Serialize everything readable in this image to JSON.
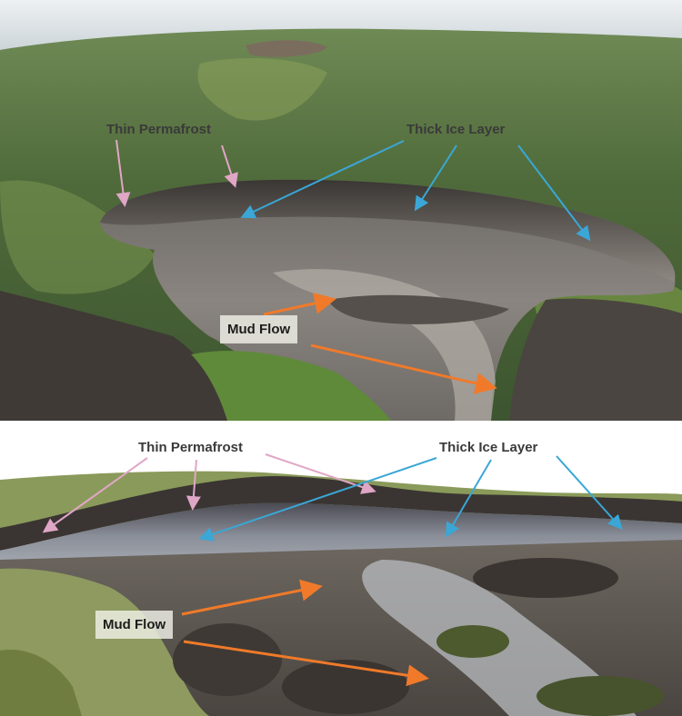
{
  "top_panel": {
    "labels": {
      "thin_permafrost": "Thin Permafrost",
      "thick_ice_layer": "Thick Ice Layer",
      "mud_flow": "Mud Flow"
    }
  },
  "bottom_panel": {
    "labels": {
      "thin_permafrost": "Thin Permafrost",
      "thick_ice_layer": "Thick Ice Layer",
      "mud_flow": "Mud Flow"
    }
  },
  "colors": {
    "permafrost_arrow": "#e0a6c6",
    "ice_arrow": "#3aa7d6",
    "mud_arrow": "#f07a2a"
  }
}
